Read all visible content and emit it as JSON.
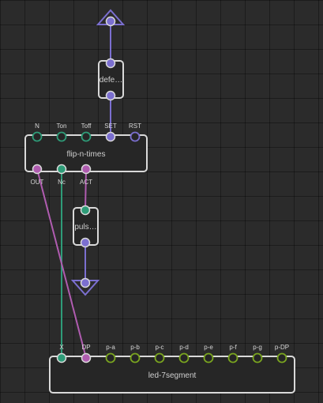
{
  "nodes": {
    "defer": {
      "label": "defe…"
    },
    "flip": {
      "label": "flip-n-times",
      "inputs": [
        "N",
        "Ton",
        "Toff",
        "SET",
        "RST"
      ],
      "outputs": [
        "OUT",
        "Nc",
        "ACT"
      ]
    },
    "pulse": {
      "label": "puls…"
    },
    "led": {
      "label": "led-7segment",
      "inputs": [
        "X",
        "DP",
        "p-a",
        "p-b",
        "p-c",
        "p-d",
        "p-e",
        "p-f",
        "p-g",
        "p-DP"
      ]
    }
  },
  "colors": {
    "background": "#2b2b2b",
    "node_fill": "#262626",
    "node_border": "#d9d9d9",
    "pulse_pin": "#7b6fd0",
    "number_pin": "#2e9c78",
    "boolean_pin": "#b05cb0",
    "string_pin": "#7aa51f"
  }
}
